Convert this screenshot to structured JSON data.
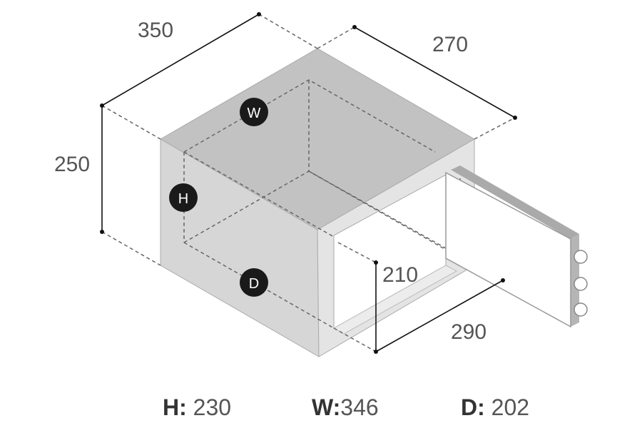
{
  "dimensions": {
    "width_outer": "350",
    "depth_outer": "270",
    "height_outer": "250",
    "height_inner": "210",
    "depth_inner": "290"
  },
  "markers": {
    "w": "W",
    "h": "H",
    "d": "D"
  },
  "summary": [
    {
      "key": "H:",
      "value": " 230"
    },
    {
      "key": "W:",
      "value": "346"
    },
    {
      "key": "D:",
      "value": " 202"
    }
  ],
  "colors": {
    "top": "#c2c2c2",
    "side": "#d6d6d6",
    "frame": "#e4e4e4",
    "marker": "#1a1a1a"
  }
}
